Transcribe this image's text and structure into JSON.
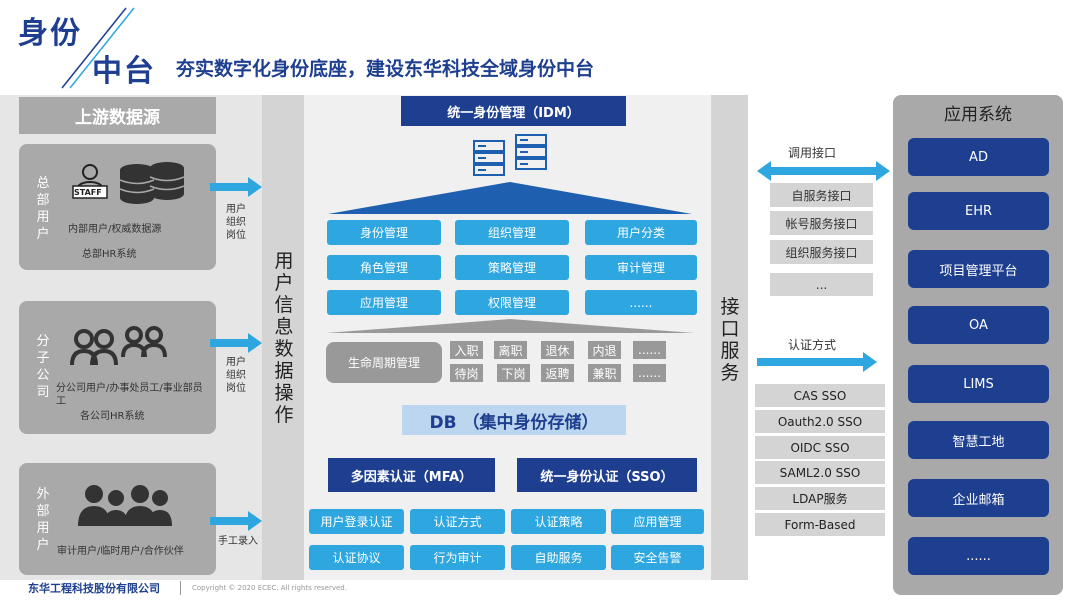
{
  "header": {
    "title_line1": "身份",
    "title_line2": "中台",
    "subtitle": "夯实数字化身份底座，建设东华科技全域身份中台"
  },
  "upstream": {
    "title": "上游数据源",
    "groups": [
      {
        "vertical": "总部用户",
        "desc": "内部用户/权威数据源",
        "system": "总部HR系统",
        "badge": "STAFF"
      },
      {
        "vertical": "分子公司",
        "desc": "分公司用户/办事处员工/事业部员工",
        "system": "各公司HR系统"
      },
      {
        "vertical": "外部用户",
        "desc": "审计用户/临时用户/合作伙伴",
        "system": ""
      }
    ],
    "arrow_notes": [
      "用户\n组织\n岗位",
      "用户\n组织\n岗位",
      "手工录入"
    ]
  },
  "bar_ops": "用户信息数据操作",
  "bar_iface": "接口服务",
  "center": {
    "idm": "统一身份管理（IDM）",
    "modules": [
      "身份管理",
      "组织管理",
      "用户分类",
      "角色管理",
      "策略管理",
      "审计管理",
      "应用管理",
      "权限管理",
      "......"
    ],
    "lifecycle": "生命周期管理",
    "lifecycle_items": [
      "入职",
      "离职",
      "退休",
      "内退",
      "......",
      "待岗",
      "下岗",
      "返聘",
      "兼职",
      "......"
    ],
    "db": "DB （集中身份存储）",
    "mfa": "多因素认证（MFA）",
    "sso": "统一身份认证（SSO）",
    "bottom": [
      "用户登录认证",
      "认证方式",
      "认证策略",
      "应用管理",
      "认证协议",
      "行为审计",
      "自助服务",
      "安全告警"
    ]
  },
  "interfaces": {
    "call_label": "调用接口",
    "call_items": [
      "自服务接口",
      "帐号服务接口",
      "组织服务接口",
      "..."
    ],
    "auth_label": "认证方式",
    "auth_items": [
      "CAS SSO",
      "Oauth2.0 SSO",
      "OIDC SSO",
      "SAML2.0 SSO",
      "LDAP服务",
      "Form-Based"
    ]
  },
  "apps": {
    "title": "应用系统",
    "items": [
      "AD",
      "EHR",
      "项目管理平台",
      "OA",
      "LIMS",
      "智慧工地",
      "企业邮箱",
      "......"
    ]
  },
  "footer": {
    "logo": "东华工程科技股份有限公司",
    "copyright": "Copyright © 2020 ECEC. All rights reserved."
  },
  "colors": {
    "navy": "#1e3f8f",
    "cyan": "#2ea7e0",
    "grey": "#a9a9a9",
    "light": "#d4d4d4"
  }
}
